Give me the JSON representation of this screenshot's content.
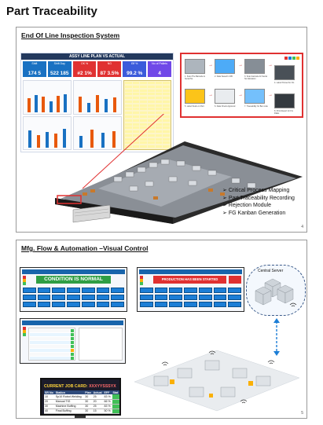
{
  "page": {
    "title": "Part Traceability"
  },
  "slide1": {
    "title": "End Of Line Inspection System",
    "page_number": "4",
    "dashboard": {
      "header": "ASSY LINE PLAN VS ACTUAL",
      "kpis": [
        {
          "label": "Shift",
          "value": "174  5",
          "color": "#1971c2"
        },
        {
          "label": "Shift Day",
          "value": "522  185",
          "color": "#1971c2"
        },
        {
          "label": "OK %",
          "value": "#2  1%",
          "color": "#e03131"
        },
        {
          "label": "NG",
          "value": "87  3.5%",
          "color": "#e03131"
        },
        {
          "label": "Eff %",
          "value": "99.2 %",
          "color": "#3b5bdb"
        },
        {
          "label": "No of Pallets",
          "value": "4",
          "color": "#7048e8"
        }
      ]
    },
    "steps": [
      "1. Scan The Barcode & Serial No",
      "2. Data Saved In DB",
      "3. Scan barcode for Serial No Allocation",
      "4. Label Printed for FG",
      "5. Label Stuck on Part",
      "6. Data Check Approval",
      "7. Traceability for Bar code",
      "8. Print Report for FG Pallet"
    ],
    "bullets": [
      "Critical Process Mapping",
      "Part Traceability Recording",
      "Rejection Module",
      "FG Kanban Generation"
    ]
  },
  "slide2": {
    "title": "Mfg. Flow & Automation –Visual Control",
    "page_number": "5",
    "screen1_banner": "CONDITION IS NORMAL",
    "screen2_banner": "PRODUCTION HAS BEEN STARTED",
    "server_label": "Central Server",
    "job_card": {
      "title": "CURRENT JOB CARD:",
      "code": "XXXYYSSSYX",
      "headers": [
        "SR No",
        "Station",
        "Plan",
        "Actual",
        "EFF",
        "Stat"
      ],
      "rows": [
        [
          "10",
          "Sp10 Robot Welding",
          "30",
          "25",
          "83 %",
          ""
        ],
        [
          "20",
          "Manual TIG",
          "30",
          "20",
          "66 %",
          ""
        ],
        [
          "30",
          "Machine Buffing",
          "30",
          "25",
          "83 %",
          ""
        ],
        [
          "40",
          "Final Buffing",
          "30",
          "15",
          "50 %",
          ""
        ]
      ]
    }
  }
}
